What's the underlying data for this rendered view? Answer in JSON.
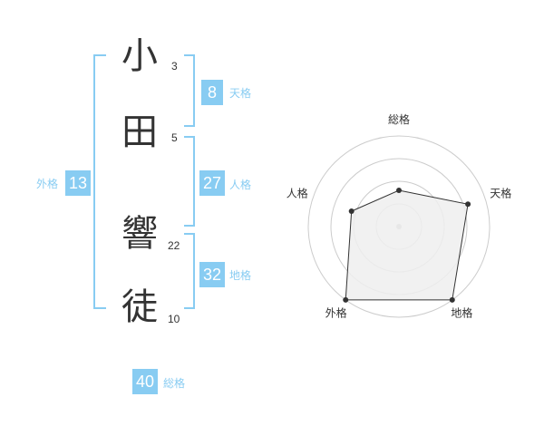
{
  "name": {
    "characters": [
      {
        "char": "小",
        "strokes": "3"
      },
      {
        "char": "田",
        "strokes": "5"
      },
      {
        "char": "響",
        "strokes": "22"
      },
      {
        "char": "徒",
        "strokes": "10"
      }
    ]
  },
  "fortunes": {
    "tenkaku": {
      "value": "8",
      "label": "天格"
    },
    "jinkaku": {
      "value": "27",
      "label": "人格"
    },
    "chikaku": {
      "value": "32",
      "label": "地格"
    },
    "gaikaku": {
      "value": "13",
      "label": "外格"
    },
    "soukaku": {
      "value": "40",
      "label": "総格"
    }
  },
  "chart_data": {
    "type": "radar",
    "axes": [
      "総格",
      "天格",
      "地格",
      "外格",
      "人格"
    ],
    "values": [
      0.4,
      0.8,
      1.0,
      1.0,
      0.55
    ],
    "rmax": 1,
    "rings": 4,
    "colors": {
      "fill": "#eeeeee",
      "stroke": "#333333",
      "grid": "#cccccc",
      "point": "#333333",
      "center": "#bbbbbb"
    }
  },
  "colors": {
    "accent": "#88ccf2",
    "text": "#333333"
  }
}
